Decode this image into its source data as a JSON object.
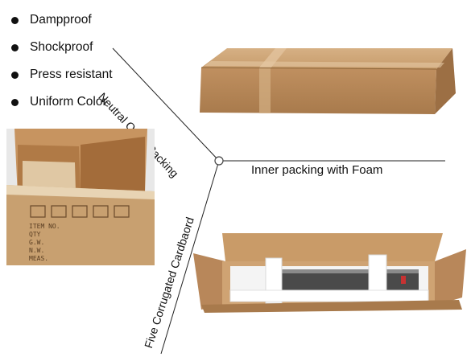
{
  "features": [
    "Dampproof",
    "Shockproof",
    "Press resistant",
    "Uniform Color"
  ],
  "labels": {
    "outer": "Neutral Outer Packing",
    "inner": "Inner packing with Foam",
    "cardboard": "Five Corrugated Cardbaord"
  },
  "box_print": [
    "ITEM NO.",
    "QTY",
    "G.W.",
    "N.W.",
    "MEAS."
  ]
}
